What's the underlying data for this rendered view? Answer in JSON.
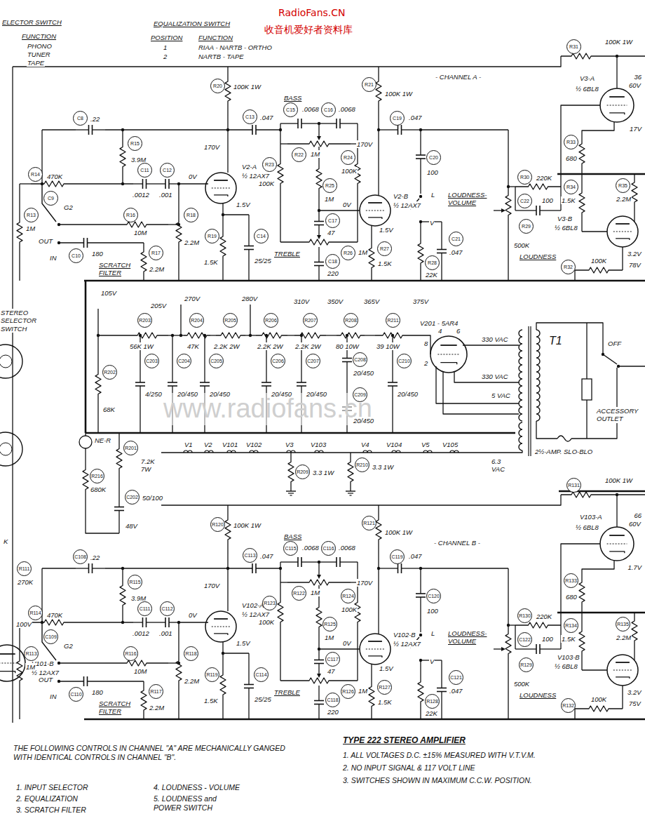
{
  "diagram": {
    "title": "TYPE 222 STEREO AMPLIFIER",
    "labels": [
      "ELECTOR SWITCH",
      "FUNCTION",
      "PHONO",
      "TUNER",
      "TAPE",
      "EQUALIZATION SWITCH",
      "POSITION",
      "FUNCTION",
      "1",
      "RIAA - NARTB - ORTHO",
      "2",
      "NARTB - TAPE",
      "RadioFans.CN",
      "收音机爱好者资料库",
      "- CHANNEL A -",
      "- CHANNEL B -",
      "STEREO SELECTOR SWITCH",
      "V101-B",
      "½ 12AX7",
      "R111",
      "270K",
      "100V",
      "K",
      "C8",
      ".22",
      "R15",
      "3.9M",
      "R14",
      "470K",
      "C11",
      ".0012",
      "C12",
      ".001",
      "R13",
      "1M",
      "C9",
      "G2",
      "OUT",
      "IN",
      "R16",
      "10M",
      "C10",
      "180",
      "SCRATCH FILTER",
      "R17",
      "2.2M",
      "R18",
      "2.2M",
      "R20",
      "100K 1W",
      "C13",
      ".047",
      "170V",
      "0V",
      "V2-A",
      "½ 12AX7",
      "1.5V",
      "R19",
      "1.5K",
      "C14",
      "25/25",
      "BASS",
      "C15",
      ".0068",
      "C16",
      ".0068",
      "R22",
      "1M",
      "R23",
      "100K",
      "R24",
      "100K",
      "R25",
      "1M",
      "C17",
      "47",
      "0V",
      "TREBLE",
      "R26",
      "1M",
      "C18",
      "220",
      "R21",
      "100K 1W",
      "C19",
      ".047",
      "170V",
      "V2-B",
      "½ 12AX7",
      "1.5V",
      "R27",
      "1.5K",
      "C20",
      "100",
      "L",
      "LOUDNESS- VOLUME",
      "V",
      "C21",
      ".047",
      "R28",
      "22K",
      "R30",
      "220K",
      "C22",
      "100",
      "R29",
      "500K",
      "LOUDNESS",
      "R31",
      "100K 1W",
      "V3-A",
      "½ 6BL8",
      "36",
      "60V",
      "17V",
      "R33",
      "680",
      "R34",
      "1.5K",
      "V3-B",
      "½ 6BL8",
      "R35",
      "2.2M",
      "3.2V",
      "78V",
      "R32",
      "100K",
      "105V",
      "205V",
      "270V",
      "280V",
      "310V",
      "350V",
      "365V",
      "375V",
      "R203",
      "56K 1W",
      "R204",
      "47K",
      "R205",
      "2.2K 2W",
      "R206",
      "2.2K 2W",
      "R207",
      "2.2K 2W",
      "R208",
      "80 10W",
      "R211",
      "39 10W",
      "R202",
      "68K",
      "C203",
      "4/250",
      "C204",
      "20/450",
      "C205",
      "20/450",
      "C206",
      "20/450",
      "C207",
      "20/450",
      "C208",
      "20/450",
      "C209",
      "20/450",
      "C210",
      "20/450",
      "V201 - 5AR4",
      "8",
      "2",
      "4",
      "6",
      "330 VAC",
      "330 VAC",
      "5 VAC",
      "T1",
      "OFF",
      "ACCESSORY OUTLET",
      "2½-AMP. SLO-BLO",
      "6.3 VAC",
      "NE-R",
      "R201",
      "7.2K 7W",
      "C202",
      "50/100",
      "48V",
      "R216",
      "680K",
      "V1",
      "V2",
      "V101",
      "V102",
      "V3",
      "V103",
      "V4",
      "V104",
      "V5",
      "V105",
      "R209",
      "3.3 1W",
      "R210",
      "3.3 1W",
      "www.radiofans.cn",
      "C108",
      ".22",
      "R115",
      "3.9M",
      "R114",
      "470K",
      "C111",
      ".0012",
      "C112",
      ".001",
      "R113",
      "1M",
      "C109",
      "G2",
      "OUT",
      "IN",
      "R116",
      "10M",
      "C110",
      "180",
      "SCRATCH FILTER",
      "R117",
      "2.2M",
      "R118",
      "2.2M",
      "R120",
      "100K 1W",
      "C113",
      ".047",
      "170V",
      "0V",
      "V102-A",
      "½ 12AX7",
      "1.5V",
      "R119",
      "1.5K",
      "C114",
      "25/25",
      "BASS",
      "C115",
      ".0068",
      "C116",
      ".0068",
      "R122",
      "1M",
      "R123",
      "100K",
      "R124",
      "100K",
      "R125",
      "1M",
      "C117",
      "47",
      "0V",
      "TREBLE",
      "R126",
      "1M",
      "C118",
      "220",
      "R121",
      "100K 1W",
      "C119",
      ".047",
      "170V",
      "V102-B",
      "½ 12AX7",
      "1.5V",
      "R127",
      "1.5K",
      "C120",
      "100",
      "L",
      "LOUDNESS- VOLUME",
      "V",
      "C121",
      ".047",
      "R128",
      "22K",
      "R130",
      "220K",
      "C122",
      "100",
      "R129",
      "500K",
      "LOUDNESS",
      "R131",
      "100K 1W",
      "V103-A",
      "½ 6BL8",
      "66",
      "60V",
      "1.7V",
      "R133",
      "680",
      "R134",
      "1.5K",
      "V103-B",
      "½ 6BL8",
      "R135",
      "2.2M",
      "3.2V",
      "75V",
      "R132",
      "100K",
      "THE FOLLOWING CONTROLS IN CHANNEL \"A\" ARE MECHANICALLY GANGED WITH IDENTICAL CONTROLS IN CHANNEL \"B\".",
      "1. INPUT SELECTOR",
      "2. EQUALIZATION",
      "3. SCRATCH FILTER",
      "4. LOUDNESS - VOLUME",
      "5. LOUDNESS and POWER SWITCH",
      "1. ALL VOLTAGES D.C. ±15% MEASURED WITH V.T.V.M.",
      "2. NO INPUT SIGNAL & 117 VOLT LINE",
      "3. SWITCHES SHOWN IN MAXIMUM C.C.W. POSITION."
    ]
  }
}
